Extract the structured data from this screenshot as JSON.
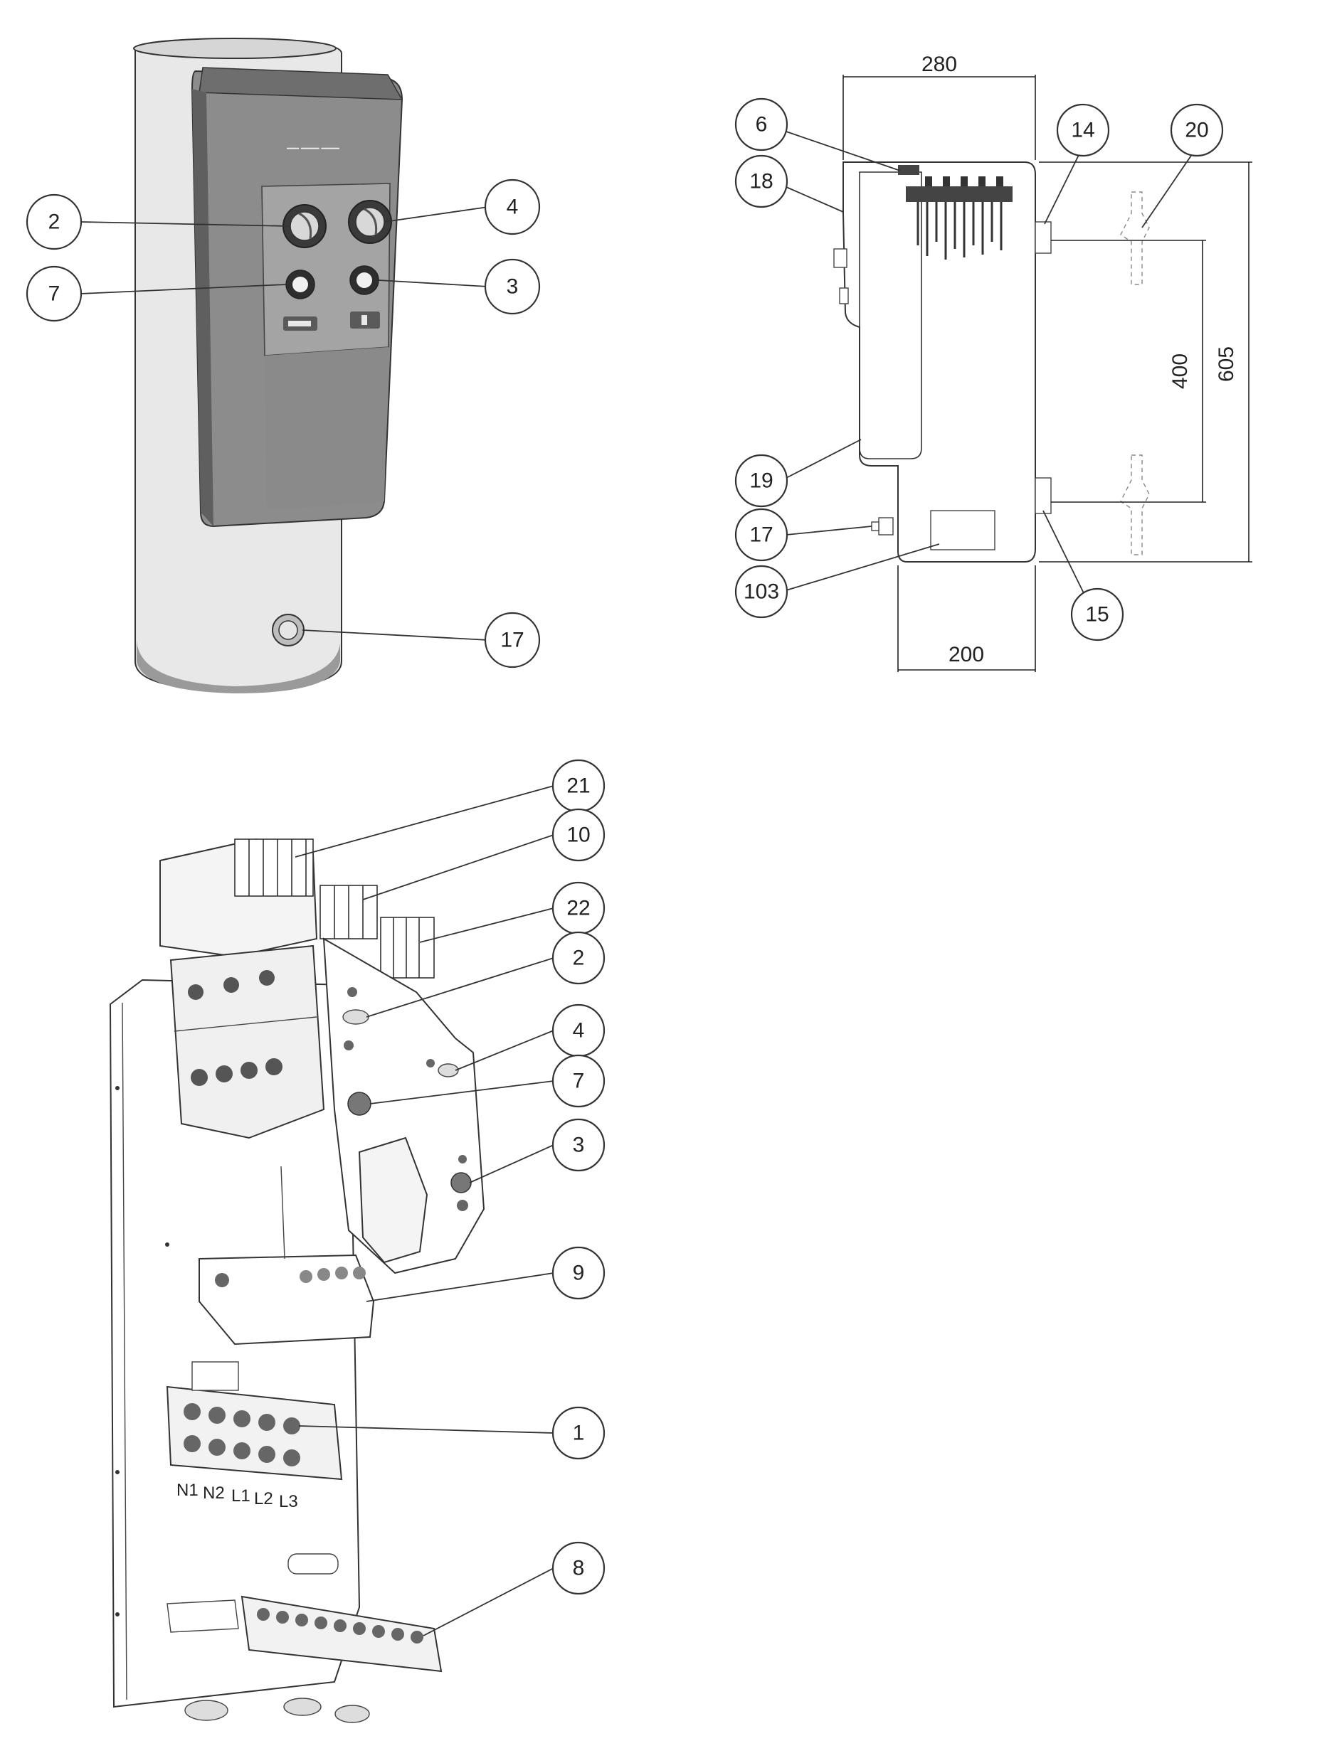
{
  "front_view": {
    "callouts": {
      "c2": "2",
      "c4": "4",
      "c7": "7",
      "c3": "3",
      "c17": "17"
    },
    "colors": {
      "panel": "#8e8e8e",
      "panel_dark": "#6f6f6f",
      "cylinder": "#e6e6e6"
    }
  },
  "side_view": {
    "callouts": {
      "c6": "6",
      "c18": "18",
      "c14": "14",
      "c20": "20",
      "c19": "19",
      "c17": "17",
      "c103": "103",
      "c15": "15"
    },
    "dimensions": {
      "width_top": "280",
      "width_bottom": "200",
      "height_inner": "400",
      "height_total": "605"
    }
  },
  "terminal_view": {
    "callouts": {
      "c21": "21",
      "c10": "10",
      "c22": "22",
      "c2": "2",
      "c4": "4",
      "c7": "7",
      "c3": "3",
      "c9": "9",
      "c1": "1",
      "c8": "8"
    },
    "terminal_labels": [
      "N1",
      "N2",
      "L1",
      "L2",
      "L3"
    ]
  }
}
